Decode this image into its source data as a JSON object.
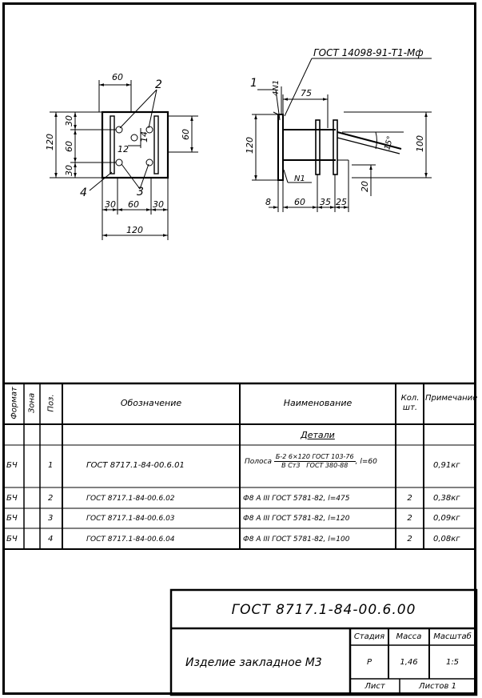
{
  "drawing": {
    "left_view": {
      "dims": {
        "top_width": "60",
        "overall_height": "120",
        "seg_top": "30",
        "seg_mid": "60",
        "seg_bot": "30",
        "right_height": "60",
        "hole_spacing": "12",
        "hole_offset": "14",
        "bottom_left": "30",
        "bottom_mid": "60",
        "bottom_right": "30",
        "bottom_total": "120"
      },
      "callouts": [
        "2",
        "3",
        "4"
      ]
    },
    "right_view": {
      "gost_note": "ГОСТ 14098-91-Т1-Мф",
      "weld_note": "4N1",
      "section_mark": "N1",
      "dims": {
        "top_offset": "75",
        "overall_height": "120",
        "angle": "15°",
        "right_height": "100",
        "tail": "20",
        "b1": "8",
        "b2": "60",
        "b3": "35",
        "b4": "25"
      },
      "callouts": [
        "1"
      ]
    }
  },
  "spec_table": {
    "headers": {
      "format": "Формат",
      "zone": "Зона",
      "pos": "Поз.",
      "designation": "Обозначение",
      "name": "Наименование",
      "qty": "Кол. шт.",
      "note": "Примечание"
    },
    "section_title": "Детали",
    "rows": [
      {
        "format": "БЧ",
        "pos": "1",
        "designation": "ГОСТ 8717.1-84-00.6.01",
        "name_prefix": "Полоса",
        "frac_top_a": "Б-2 6×120 ГОСТ 103-76",
        "frac_bot_a": "В Ст3",
        "frac_bot_b": "ГОСТ 380-88",
        "name_suffix": ", l=60",
        "qty": "",
        "note": "0,91кг"
      },
      {
        "format": "БЧ",
        "pos": "2",
        "designation": "ГОСТ 8717.1-84-00.6.02",
        "name": "Ф8 А III ГОСТ 5781-82, l=475",
        "qty": "2",
        "note": "0,38кг"
      },
      {
        "format": "БЧ",
        "pos": "3",
        "designation": "ГОСТ 8717.1-84-00.6.03",
        "name": "Ф8 А III ГОСТ 5781-82, l=120",
        "qty": "2",
        "note": "0,09кг"
      },
      {
        "format": "БЧ",
        "pos": "4",
        "designation": "ГОСТ 8717.1-84-00.6.04",
        "name": "Ф8 А III ГОСТ 5781-82, l=100",
        "qty": "2",
        "note": "0,08кг"
      }
    ]
  },
  "title_block": {
    "document_code": "ГОСТ 8717.1-84-00.6.00",
    "product_name": "Изделие закладное М3",
    "stage_label": "Стадия",
    "mass_label": "Масса",
    "scale_label": "Масштаб",
    "stage_value": "Р",
    "mass_value": "1,46",
    "scale_value": "1:5",
    "sheet_label": "Лист",
    "sheets_label": "Листов 1"
  }
}
